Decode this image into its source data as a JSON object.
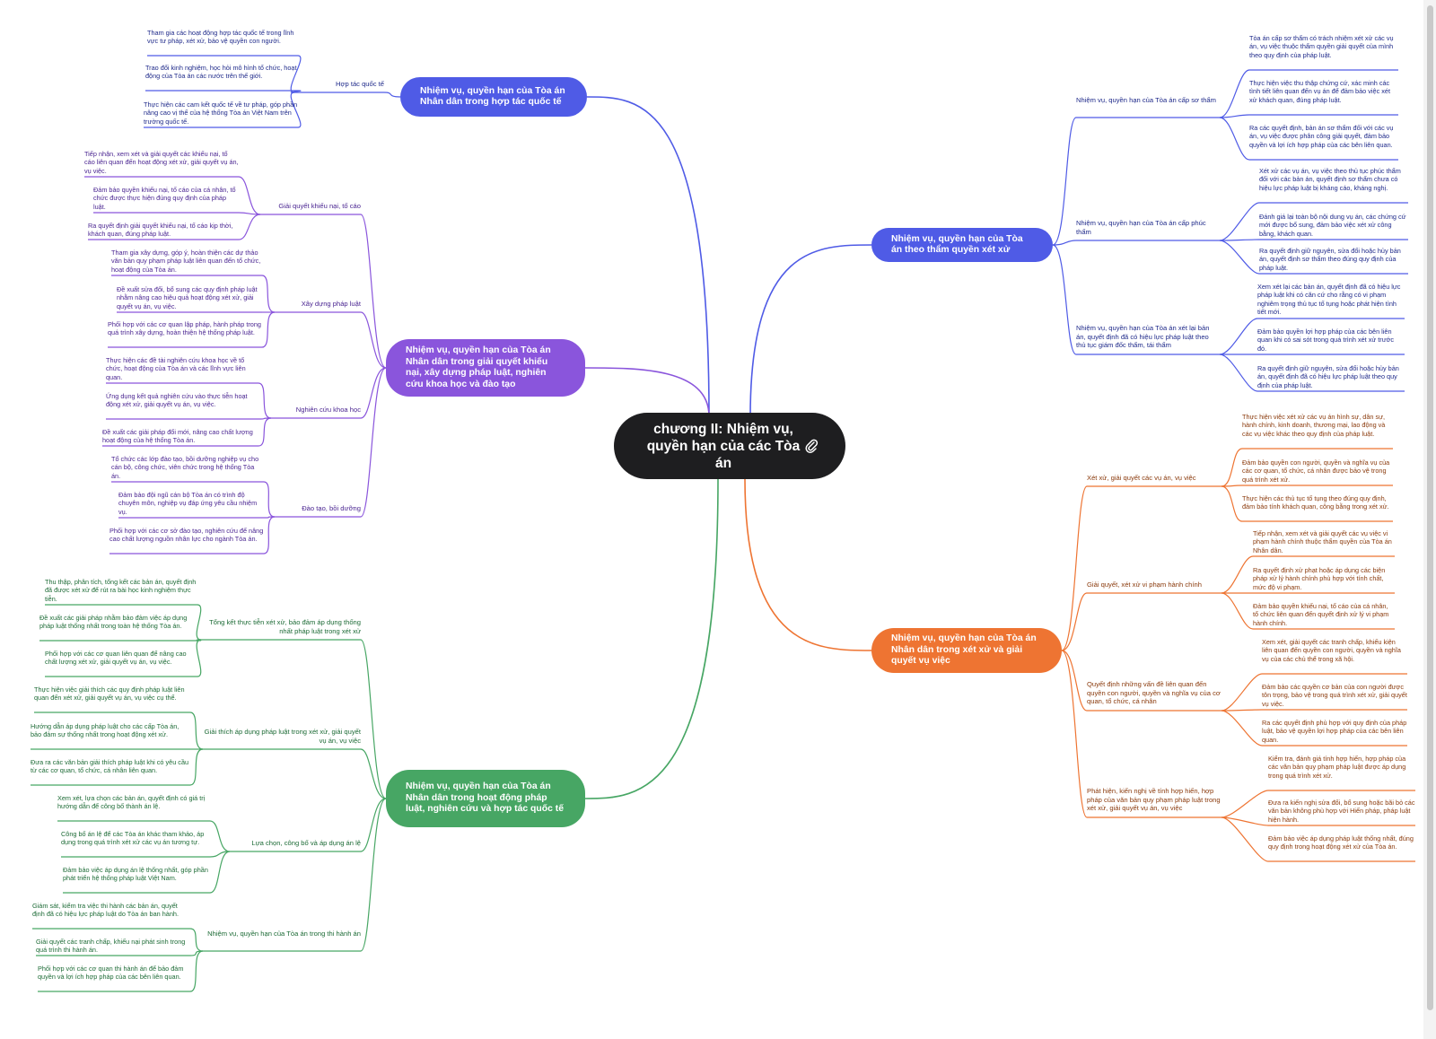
{
  "root": {
    "label": "chương II: Nhiệm vụ, quyền hạn của các Tòa án"
  },
  "colors": {
    "blue": "#4f5be6",
    "purple": "#8a55dc",
    "green": "#47a664",
    "orange": "#ee7432",
    "root": "#1e1e20"
  },
  "branches": [
    {
      "label": "Nhiệm vụ, quyền hạn của Tòa án Nhân dân trong hợp tác quốc tế",
      "subs": [
        {
          "label": "Hợp tác quốc tế",
          "leaves": [
            "Tham gia các hoạt động hợp tác quốc tế trong lĩnh vực tư pháp, xét xử, bảo vệ quyền con người.",
            "Trao đổi kinh nghiệm, học hỏi mô hình tổ chức, hoạt động của Tòa án các nước trên thế giới.",
            "Thực hiện các cam kết quốc tế về tư pháp, góp phần nâng cao vị thế của hệ thống Tòa án Việt Nam trên trường quốc tế."
          ]
        }
      ]
    },
    {
      "label": "Nhiệm vụ, quyền hạn của Tòa án Nhân dân trong giải quyết khiếu nại, xây dựng pháp luật, nghiên cứu khoa học và đào tạo",
      "subs": [
        {
          "label": "Giải quyết khiếu nại, tố cáo",
          "leaves": [
            "Tiếp nhận, xem xét và giải quyết các khiếu nại, tố cáo liên quan đến hoạt động xét xử, giải quyết vụ án, vụ việc.",
            "Đảm bảo quyền khiếu nại, tố cáo của cá nhân, tổ chức được thực hiện đúng quy định của pháp luật.",
            "Ra quyết định giải quyết khiếu nại, tố cáo kịp thời, khách quan, đúng pháp luật."
          ]
        },
        {
          "label": "Xây dựng pháp luật",
          "leaves": [
            "Tham gia xây dựng, góp ý, hoàn thiện các dự thảo văn bản quy phạm pháp luật liên quan đến tổ chức, hoạt động của Tòa án.",
            "Đề xuất sửa đổi, bổ sung các quy định pháp luật nhằm nâng cao hiệu quả hoạt động xét xử, giải quyết vụ án, vụ việc.",
            "Phối hợp với các cơ quan lập pháp, hành pháp trong quá trình xây dựng, hoàn thiện hệ thống pháp luật."
          ]
        },
        {
          "label": "Nghiên cứu khoa học",
          "leaves": [
            "Thực hiện các đề tài nghiên cứu khoa học về tổ chức, hoạt động của Tòa án và các lĩnh vực liên quan.",
            "Ứng dụng kết quả nghiên cứu vào thực tiễn hoạt động xét xử, giải quyết vụ án, vụ việc.",
            "Đề xuất các giải pháp đổi mới, nâng cao chất lượng hoạt động của hệ thống Tòa án."
          ]
        },
        {
          "label": "Đào tạo, bồi dưỡng",
          "leaves": [
            "Tổ chức các lớp đào tạo, bồi dưỡng nghiệp vụ cho cán bộ, công chức, viên chức trong hệ thống Tòa án.",
            "Đảm bảo đội ngũ cán bộ Tòa án có trình độ chuyên môn, nghiệp vụ đáp ứng yêu cầu nhiệm vụ.",
            "Phối hợp với các cơ sở đào tạo, nghiên cứu để nâng cao chất lượng nguồn nhân lực cho ngành Tòa án."
          ]
        }
      ]
    },
    {
      "label": "Nhiệm vụ, quyền hạn của Tòa án Nhân dân trong hoạt động pháp luật, nghiên cứu và hợp tác quốc tế",
      "subs": [
        {
          "label": "Tổng kết thực tiễn xét xử, bảo đảm áp dụng thống nhất pháp luật trong xét xử",
          "leaves": [
            "Thu thập, phân tích, tổng kết các bản án, quyết định đã được xét xử để rút ra bài học kinh nghiệm thực tiễn.",
            "Đề xuất các giải pháp nhằm bảo đảm việc áp dụng pháp luật thống nhất trong toàn hệ thống Tòa án.",
            "Phối hợp với các cơ quan liên quan để nâng cao chất lượng xét xử, giải quyết vụ án, vụ việc."
          ]
        },
        {
          "label": "Giải thích áp dụng pháp luật trong xét xử, giải quyết vụ án, vụ việc",
          "leaves": [
            "Thực hiện việc giải thích các quy định pháp luật liên quan đến xét xử, giải quyết vụ án, vụ việc cụ thể.",
            "Hướng dẫn áp dụng pháp luật cho các cấp Tòa án, bảo đảm sự thống nhất trong hoạt động xét xử.",
            "Đưa ra các văn bản giải thích pháp luật khi có yêu cầu từ các cơ quan, tổ chức, cá nhân liên quan."
          ]
        },
        {
          "label": "Lựa chọn, công bố và áp dụng án lệ",
          "leaves": [
            "Xem xét, lựa chọn các bản án, quyết định có giá trị hướng dẫn để công bố thành án lệ.",
            "Công bố án lệ để các Tòa án khác tham khảo, áp dụng trong quá trình xét xử các vụ án tương tự.",
            "Đảm bảo việc áp dụng án lệ thống nhất, góp phần phát triển hệ thống pháp luật Việt Nam."
          ]
        },
        {
          "label": "Nhiệm vụ, quyền hạn của Tòa án trong thi hành án",
          "leaves": [
            "Giám sát, kiểm tra việc thi hành các bản án, quyết định đã có hiệu lực pháp luật do Tòa án ban hành.",
            "Giải quyết các tranh chấp, khiếu nại phát sinh trong quá trình thi hành án.",
            "Phối hợp với các cơ quan thi hành án để bảo đảm quyền và lợi ích hợp pháp của các bên liên quan."
          ]
        }
      ]
    },
    {
      "label": "Nhiệm vụ, quyền hạn của Tòa án theo thẩm quyền xét xử",
      "subs": [
        {
          "label": "Nhiệm vụ, quyền hạn của Tòa án cấp sơ thẩm",
          "leaves": [
            "Tòa án cấp sơ thẩm có trách nhiệm xét xử các vụ án, vụ việc thuộc thẩm quyền giải quyết của mình theo quy định của pháp luật.",
            "Thực hiện việc thu thập chứng cứ, xác minh các tình tiết liên quan đến vụ án để đảm bảo việc xét xử khách quan, đúng pháp luật.",
            "Ra các quyết định, bản án sơ thẩm đối với các vụ án, vụ việc được phân công giải quyết, đảm bảo quyền và lợi ích hợp pháp của các bên liên quan."
          ]
        },
        {
          "label": "Nhiệm vụ, quyền hạn của Tòa án cấp phúc thẩm",
          "leaves": [
            "Xét xử các vụ án, vụ việc theo thủ tục phúc thẩm đối với các bản án, quyết định sơ thẩm chưa có hiệu lực pháp luật bị kháng cáo, kháng nghị.",
            "Đánh giá lại toàn bộ nội dung vụ án, các chứng cứ mới được bổ sung, đảm bảo việc xét xử công bằng, khách quan.",
            "Ra quyết định giữ nguyên, sửa đổi hoặc hủy bản án, quyết định sơ thẩm theo đúng quy định của pháp luật."
          ]
        },
        {
          "label": "Nhiệm vụ, quyền hạn của Tòa án xét lại bản án, quyết định đã có hiệu lực pháp luật theo thủ tục giám đốc thẩm, tái thẩm",
          "leaves": [
            "Xem xét lại các bản án, quyết định đã có hiệu lực pháp luật khi có căn cứ cho rằng có vi phạm nghiêm trọng thủ tục tố tụng hoặc phát hiện tình tiết mới.",
            "Đảm bảo quyền lợi hợp pháp của các bên liên quan khi có sai sót trong quá trình xét xử trước đó.",
            "Ra quyết định giữ nguyên, sửa đổi hoặc hủy bản án, quyết định đã có hiệu lực pháp luật theo quy định của pháp luật."
          ]
        }
      ]
    },
    {
      "label": "Nhiệm vụ, quyền hạn của Tòa án Nhân dân trong xét xử và giải quyết vụ việc",
      "subs": [
        {
          "label": "Xét xử, giải quyết các vụ án, vụ việc",
          "leaves": [
            "Thực hiện việc xét xử các vụ án hình sự, dân sự, hành chính, kinh doanh, thương mại, lao động và các vụ việc khác theo quy định của pháp luật.",
            "Đảm bảo quyền con người, quyền và nghĩa vụ của các cơ quan, tổ chức, cá nhân được bảo vệ trong quá trình xét xử.",
            "Thực hiện các thủ tục tố tụng theo đúng quy định, đảm bảo tính khách quan, công bằng trong xét xử."
          ]
        },
        {
          "label": "Giải quyết, xét xử vi phạm hành chính",
          "leaves": [
            "Tiếp nhận, xem xét và giải quyết các vụ việc vi phạm hành chính thuộc thẩm quyền của Tòa án Nhân dân.",
            "Ra quyết định xử phạt hoặc áp dụng các biện pháp xử lý hành chính phù hợp với tính chất, mức độ vi phạm.",
            "Đảm bảo quyền khiếu nại, tố cáo của cá nhân, tổ chức liên quan đến quyết định xử lý vi phạm hành chính."
          ]
        },
        {
          "label": "Quyết định những vấn đề liên quan đến quyền con người, quyền và nghĩa vụ của cơ quan, tổ chức, cá nhân",
          "leaves": [
            "Xem xét, giải quyết các tranh chấp, khiếu kiện liên quan đến quyền con người, quyền và nghĩa vụ của các chủ thể trong xã hội.",
            "Đảm bảo các quyền cơ bản của con người được tôn trọng, bảo vệ trong quá trình xét xử, giải quyết vụ việc.",
            "Ra các quyết định phù hợp với quy định của pháp luật, bảo vệ quyền lợi hợp pháp của các bên liên quan."
          ]
        },
        {
          "label": "Phát hiện, kiến nghị về tính hợp hiến, hợp pháp của văn bản quy phạm pháp luật trong xét xử, giải quyết vụ án, vụ việc",
          "leaves": [
            "Kiểm tra, đánh giá tính hợp hiến, hợp pháp của các văn bản quy phạm pháp luật được áp dụng trong quá trình xét xử.",
            "Đưa ra kiến nghị sửa đổi, bổ sung hoặc bãi bỏ các văn bản không phù hợp với Hiến pháp, pháp luật hiện hành.",
            "Đảm bảo việc áp dụng pháp luật thống nhất, đúng quy định trong hoạt động xét xử của Tòa án."
          ]
        }
      ]
    }
  ]
}
